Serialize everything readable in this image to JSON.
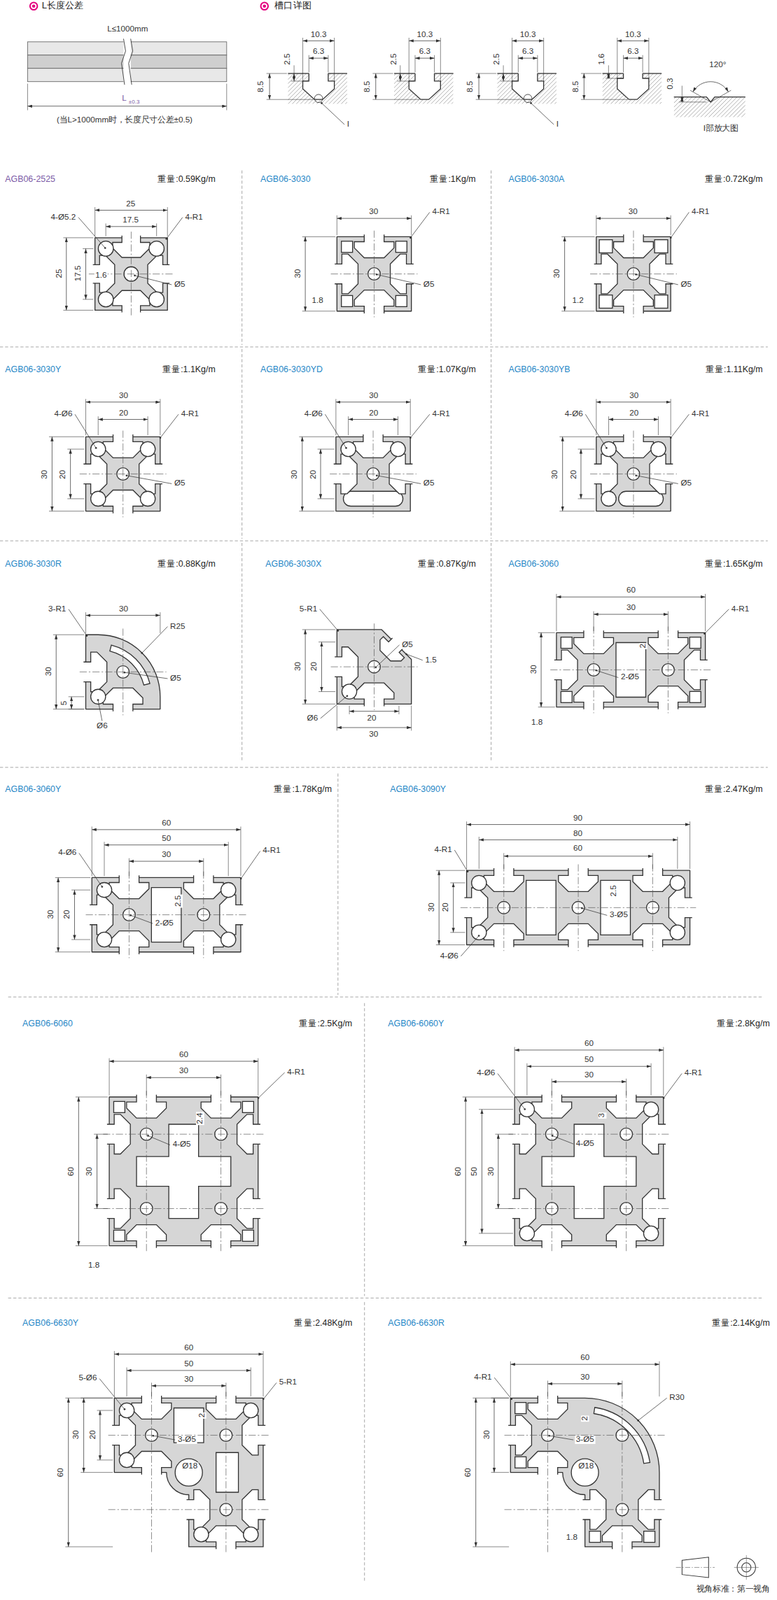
{
  "diagram": {
    "nodes": [
      {
        "text": [
          "AGB06-2525",
          "重量:0.59Kg/m"
        ]
      },
      {
        "text": [
          "AGB06-3030",
          "重量:1Kg/m"
        ]
      },
      {
        "text": [
          "AGB06-3030A",
          "重量:0.72Kg/m"
        ]
      },
      {
        "text": [
          "AGB06-3030Y",
          "重量:1.1Kg/m"
        ]
      },
      {
        "text": [
          "AGB06-3030YD",
          "重量:1.07Kg/m"
        ]
      },
      {
        "text": [
          "AGB06-3030YB",
          "重量:1.11Kg/m"
        ]
      },
      {
        "text": [
          "AGB06-3030R",
          "重量:0.88Kg/m"
        ]
      },
      {
        "text": [
          "AGB06-3030X",
          "重量:0.87Kg/m"
        ]
      },
      {
        "text": [
          "AGB06-3060",
          "重量:1.65Kg/m"
        ]
      },
      {
        "text": [
          "AGB06-3060Y",
          "重量:1.78Kg/m"
        ]
      },
      {
        "text": [
          "AGB06-3090Y",
          "重量:2.47Kg/m"
        ]
      },
      {
        "text": [
          "AGB06-6060",
          "重量:2.5Kg/m"
        ]
      },
      {
        "text": [
          "AGB06-6060Y",
          "重量:2.8Kg/m"
        ]
      },
      {
        "text": [
          "AGB06-6630Y",
          "重量:2.48Kg/m"
        ]
      },
      {
        "text": [
          "AGB06-6630R",
          "重量:2.14Kg/m"
        ]
      }
    ],
    "labels": [
      "L长度公差",
      "槽口详图",
      "L≤1000mm",
      "L",
      "±0.3",
      "(当L>1000mm时，长度尺寸公差±0.5)",
      "10.3",
      "6.3",
      "2.5",
      "8.5",
      "I",
      "10.3",
      "6.3",
      "2.5",
      "8.5",
      "10.3",
      "6.3",
      "2.5",
      "8.5",
      "I",
      "10.3",
      "6.3",
      "1.6",
      "8.5",
      "0.3",
      "120°",
      "I部放大图",
      "25",
      "17.5",
      "4-Ø5.2",
      "4-R1",
      "25",
      "17.5",
      "1.6",
      "Ø5",
      "30",
      "4-R1",
      "30",
      "Ø5",
      "1.8",
      "30",
      "4-R1",
      "30",
      "Ø5",
      "1.2",
      "30",
      "20",
      "4-Ø6",
      "4-R1",
      "30",
      "20",
      "Ø5",
      "30",
      "20",
      "4-Ø6",
      "4-R1",
      "30",
      "20",
      "Ø5",
      "30",
      "20",
      "4-Ø6",
      "4-R1",
      "30",
      "20",
      "Ø5",
      "3-R1",
      "30",
      "R25",
      "30",
      "Ø5",
      "5",
      "Ø6",
      "5-R1",
      "Ø5",
      "1.5",
      "30",
      "20",
      "Ø6",
      "20",
      "30",
      "60",
      "30",
      "4-R1",
      "2",
      "2-Ø5",
      "30",
      "1.8",
      "60",
      "50",
      "30",
      "4-Ø6",
      "4-R1",
      "30",
      "20",
      "2.5",
      "2-Ø5",
      "90",
      "80",
      "60",
      "4-R1",
      "2.5",
      "30",
      "20",
      "3-Ø5",
      "4-Ø6",
      "60",
      "30",
      "4-R1",
      "2.4",
      "4-Ø5",
      "60",
      "30",
      "1.8",
      "60",
      "50",
      "30",
      "4-Ø6",
      "4-R1",
      "3",
      "4-Ø5",
      "60",
      "50",
      "30",
      "60",
      "50",
      "30",
      "5-Ø6",
      "5-R1",
      "30",
      "20",
      "2",
      "3-Ø5",
      "Ø18",
      "60",
      "60",
      "4-R1",
      "30",
      "R30",
      "2",
      "3-Ø5",
      "30",
      "Ø18",
      "60",
      "1.8",
      "视角标准：第一视角"
    ]
  }
}
